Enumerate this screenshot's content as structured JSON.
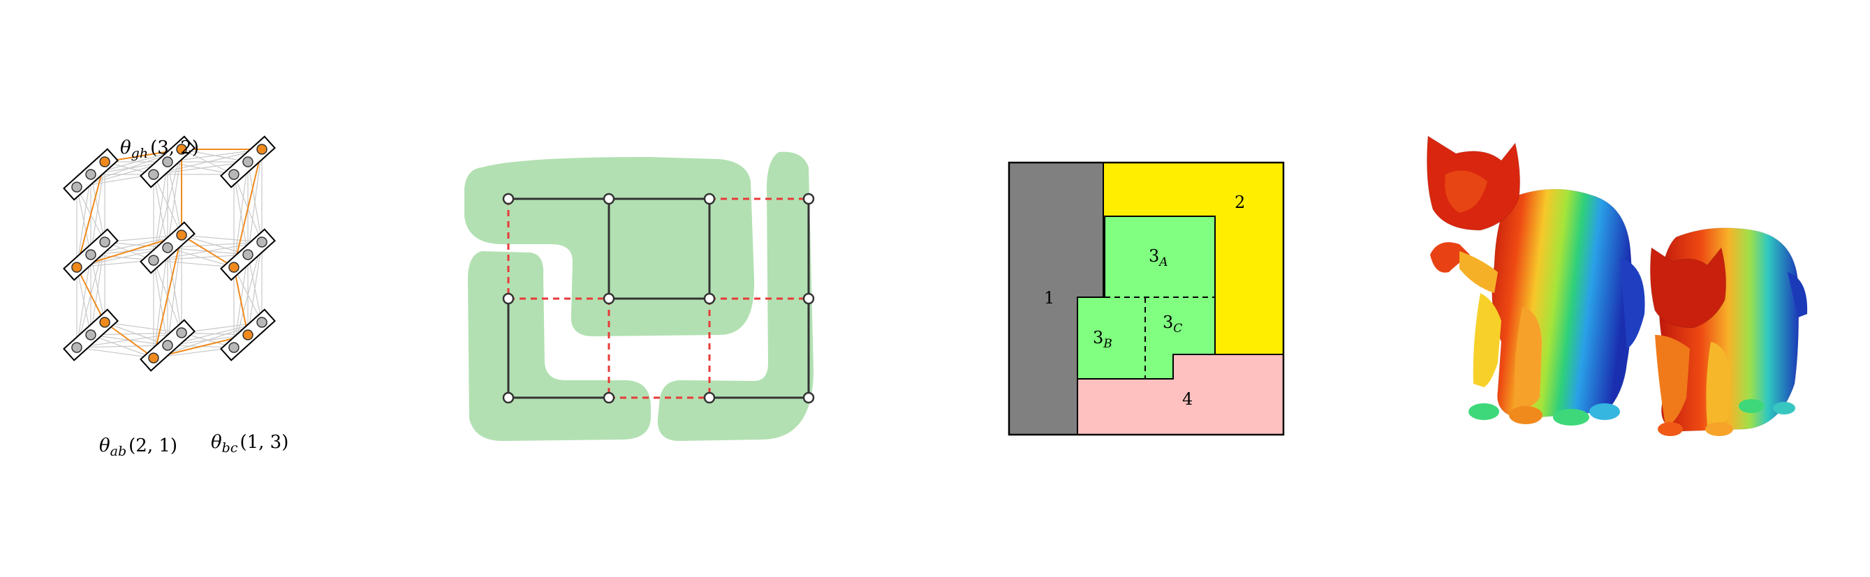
{
  "panel_a": {
    "label_top": "θ",
    "label_top_sub": "gh",
    "label_top_args": "(3, 2)",
    "label_bl": "θ",
    "label_bl_sub": "ab",
    "label_bl_args": "(2, 1)",
    "label_br": "θ",
    "label_br_sub": "bc",
    "label_br_args": "(1, 3)",
    "colors": {
      "highlight": "#f08a1c",
      "edge": "#c9c9c9",
      "node": "#b8b8b8"
    }
  },
  "panel_b": {
    "colors": {
      "region": "#b2e0b2",
      "solid": "#333333",
      "dashed": "#e83a3a"
    }
  },
  "panel_c": {
    "labels": {
      "r1": "1",
      "r2": "2",
      "r3a": "3",
      "r3a_sub": "A",
      "r3b": "3",
      "r3b_sub": "B",
      "r3c": "3",
      "r3c_sub": "C",
      "r4": "4"
    },
    "colors": {
      "r1": "#808080",
      "r2": "#ffee00",
      "r3": "#80ff80",
      "r4": "#ffc0c0"
    }
  },
  "panel_d": {
    "description_icons": [
      "cat-mesh-large-icon",
      "cat-mesh-small-icon"
    ]
  }
}
